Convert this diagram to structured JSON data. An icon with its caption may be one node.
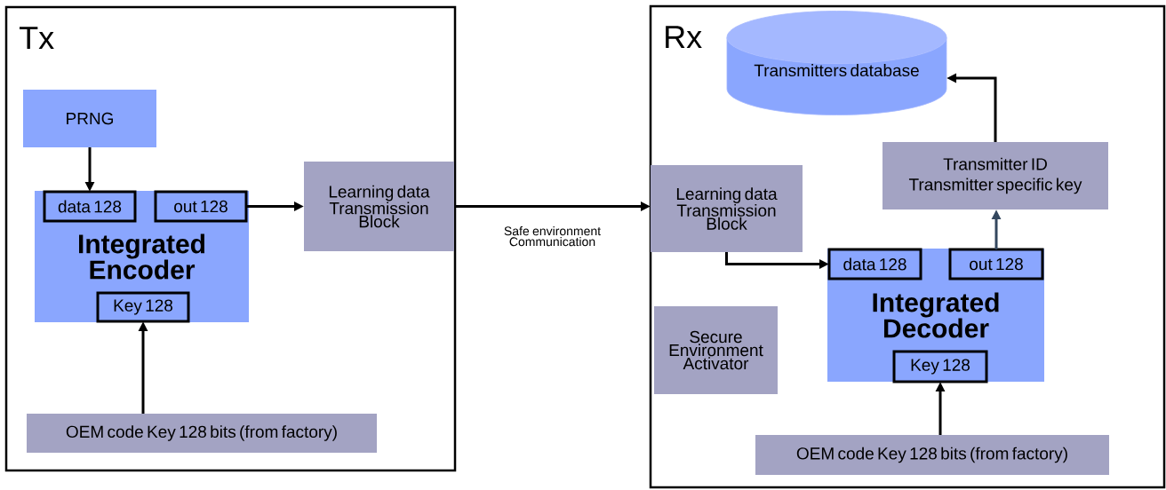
{
  "diagram": {
    "nodes": [
      {
        "text": [
          "Tx"
        ]
      },
      {
        "text": [
          "PRNG"
        ],
        "in": 0
      },
      {
        "text": [
          "Integrated Encoder"
        ],
        "in": 0
      },
      {
        "text": [
          "data 128"
        ],
        "in": 2
      },
      {
        "text": [
          "out 128"
        ],
        "in": 2
      },
      {
        "text": [
          "Key 128"
        ],
        "in": 2
      },
      {
        "text": [
          "OEM code Key 128 bits (from factory)"
        ],
        "in": 0
      },
      {
        "text": [
          "Learning data Transmission Block"
        ],
        "in": 0
      },
      {
        "text": [
          "Rx"
        ]
      },
      {
        "text": [
          "Transmitters database"
        ],
        "in": 8
      },
      {
        "text": [
          "Transmitter ID",
          "Transmitter specific key"
        ],
        "in": 8
      },
      {
        "text": [
          "Learning data Transmission Block"
        ],
        "in": 8
      },
      {
        "text": [
          "Secure Environment Activator"
        ],
        "in": 8
      },
      {
        "text": [
          "Integrated Decoder"
        ],
        "in": 8
      },
      {
        "text": [
          "data 128"
        ],
        "in": 13
      },
      {
        "text": [
          "out 128"
        ],
        "in": 13
      },
      {
        "text": [
          "Key 128"
        ],
        "in": 13
      },
      {
        "text": [
          "OEM code Key 128 bits (from factory)"
        ],
        "in": 8
      }
    ],
    "edges": [
      {
        "from": 1,
        "to": 3,
        "arrow": "to"
      },
      {
        "from": 4,
        "to": 7,
        "arrow": "to"
      },
      {
        "from": 6,
        "to": 5,
        "arrow": "to"
      },
      {
        "from": 7,
        "to": 11,
        "arrow": "to",
        "label": "Safe environment Communication"
      },
      {
        "from": 11,
        "to": 14,
        "arrow": "to"
      },
      {
        "from": 15,
        "to": 10,
        "arrow": "to",
        "color": "#34475e"
      },
      {
        "from": 10,
        "to": 9,
        "arrow": "to"
      },
      {
        "from": 17,
        "to": 16,
        "arrow": "to"
      }
    ]
  }
}
